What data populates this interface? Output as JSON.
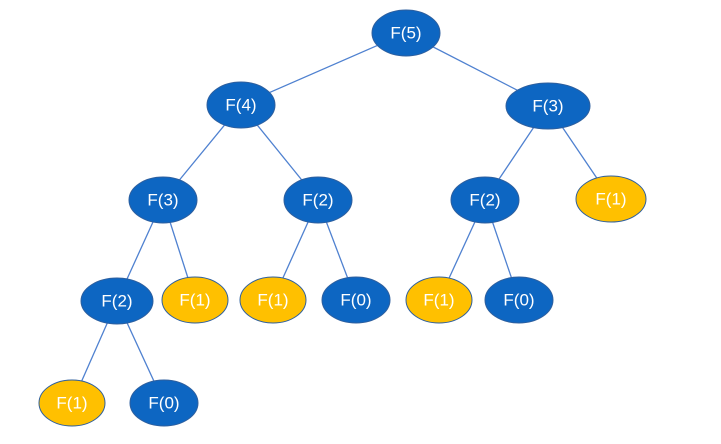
{
  "colors": {
    "recursive_fill": "#0d66c2",
    "recursive_text": "#ffffff",
    "base_fill": "#ffc000",
    "base_text": "#ffffff",
    "edge": "#4f81d0"
  },
  "nodes": [
    {
      "id": "n0",
      "label": "F(5)",
      "kind": "recursive"
    },
    {
      "id": "n1",
      "label": "F(4)",
      "kind": "recursive"
    },
    {
      "id": "n2",
      "label": "F(3)",
      "kind": "recursive"
    },
    {
      "id": "n3",
      "label": "F(3)",
      "kind": "recursive"
    },
    {
      "id": "n4",
      "label": "F(2)",
      "kind": "recursive"
    },
    {
      "id": "n5",
      "label": "F(2)",
      "kind": "recursive"
    },
    {
      "id": "n6",
      "label": "F(1)",
      "kind": "base"
    },
    {
      "id": "n7",
      "label": "F(2)",
      "kind": "recursive"
    },
    {
      "id": "n8",
      "label": "F(1)",
      "kind": "base"
    },
    {
      "id": "n9",
      "label": "F(1)",
      "kind": "base"
    },
    {
      "id": "n10",
      "label": "F(0)",
      "kind": "recursive"
    },
    {
      "id": "n11",
      "label": "F(1)",
      "kind": "base"
    },
    {
      "id": "n12",
      "label": "F(0)",
      "kind": "recursive"
    },
    {
      "id": "n13",
      "label": "F(1)",
      "kind": "base"
    },
    {
      "id": "n14",
      "label": "F(0)",
      "kind": "recursive"
    }
  ],
  "edges": [
    [
      "n0",
      "n1"
    ],
    [
      "n0",
      "n2"
    ],
    [
      "n1",
      "n3"
    ],
    [
      "n1",
      "n4"
    ],
    [
      "n2",
      "n5"
    ],
    [
      "n2",
      "n6"
    ],
    [
      "n3",
      "n7"
    ],
    [
      "n3",
      "n8"
    ],
    [
      "n4",
      "n9"
    ],
    [
      "n4",
      "n10"
    ],
    [
      "n5",
      "n11"
    ],
    [
      "n5",
      "n12"
    ],
    [
      "n7",
      "n13"
    ],
    [
      "n7",
      "n14"
    ]
  ]
}
